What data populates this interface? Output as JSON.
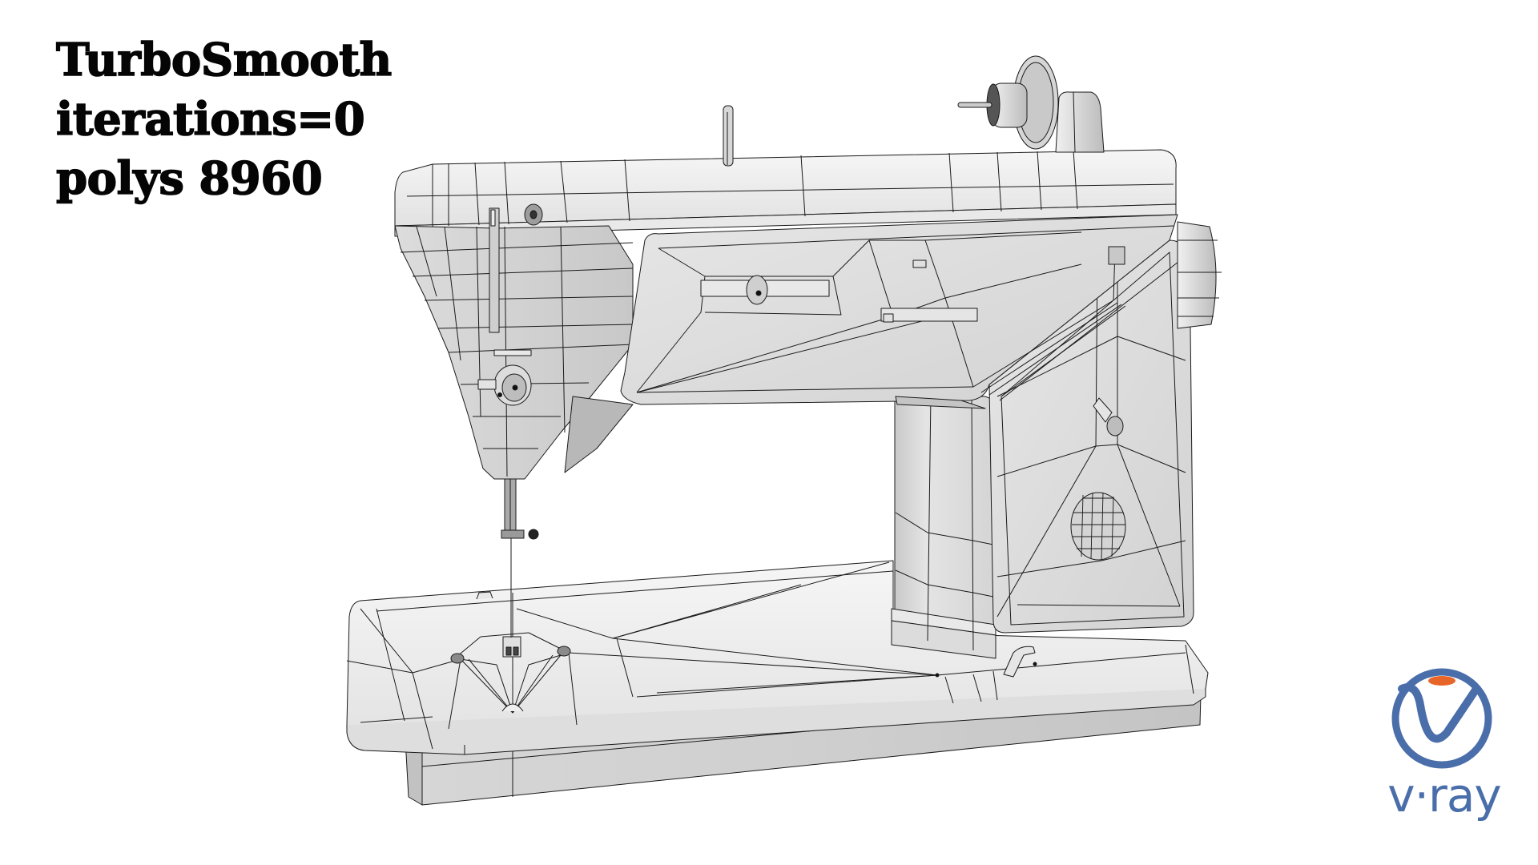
{
  "caption": {
    "line1": "TurboSmooth",
    "line2": "iterations=0",
    "line3": "polys 8960"
  },
  "render": {
    "subject": "sewing machine wireframe render",
    "style": "white clay shading with black wireframe edges"
  },
  "logo": {
    "name": "vray-logo-icon",
    "text": "v·ray",
    "colors": {
      "ring": "#4a6eaa",
      "accent": "#e8652a"
    }
  },
  "colors": {
    "background": "#ffffff",
    "text": "#050505",
    "model_light": "#ececec",
    "model_mid": "#d9d9d9",
    "model_dark": "#bdbdbd",
    "wire": "#1a1a1a"
  }
}
